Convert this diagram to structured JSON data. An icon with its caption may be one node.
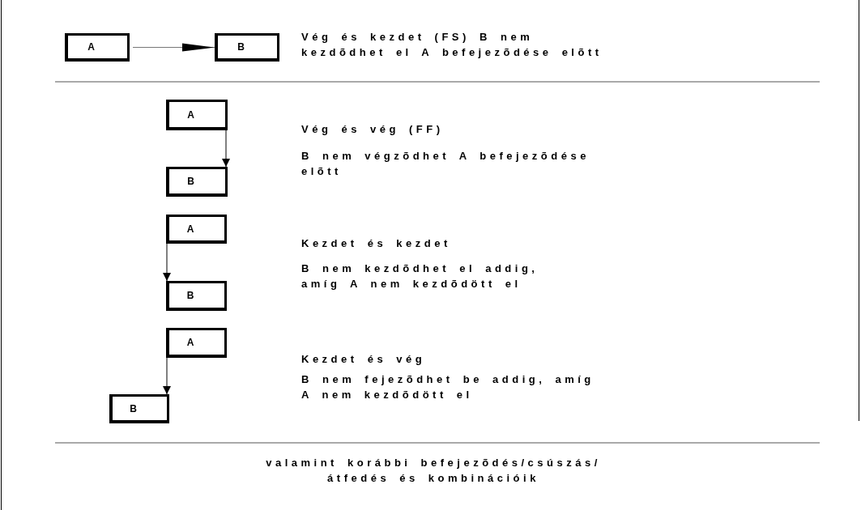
{
  "diagram": {
    "nodes": [
      {
        "text": [
          "A"
        ]
      },
      {
        "text": [
          "B"
        ]
      },
      {
        "text": [
          "A"
        ]
      },
      {
        "text": [
          "B"
        ]
      },
      {
        "text": [
          "A"
        ]
      },
      {
        "text": [
          "B"
        ]
      },
      {
        "text": [
          "A"
        ]
      },
      {
        "text": [
          "B"
        ]
      }
    ],
    "edges": [
      {
        "from": 0,
        "to": 1,
        "arrow": "to",
        "color": "#777777"
      },
      {
        "from": 2,
        "to": 3,
        "arrow": "to"
      },
      {
        "from": 4,
        "to": 5,
        "arrow": "to"
      },
      {
        "from": 6,
        "to": 7,
        "arrow": "to"
      }
    ],
    "labels": [
      "Vég és kezdet (FS) B nem kezdõdhet el A befejezõdése elõtt",
      "Vég és vég (FF)",
      "B nem végzõdhet A befejezõdése elõtt",
      "Kezdet és kezdet",
      "B nem kezdõdhet el addig, amíg A nem kezdõdött el",
      "Kezdet és vég",
      "B nem fejezõdhet be addig, amíg A nem kezdõdött el",
      "valamint korábbi befejezõdés/csúszás/ átfedés és kombinációik"
    ]
  }
}
